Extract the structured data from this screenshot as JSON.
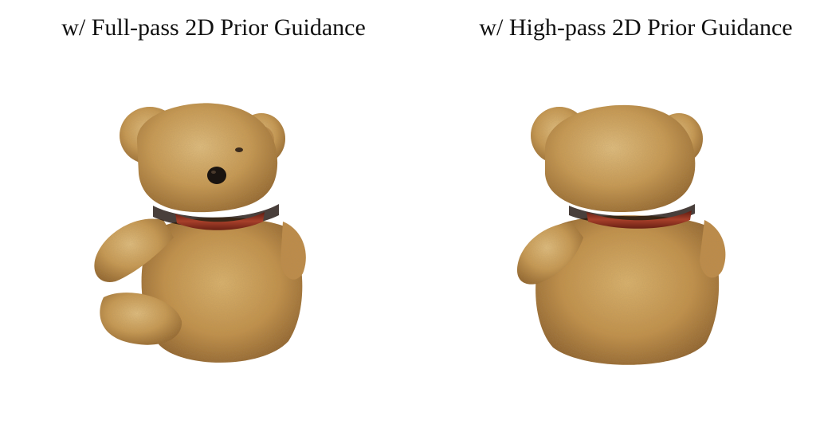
{
  "panels": [
    {
      "caption": "w/ Full-pass 2D Prior Guidance",
      "view": "front-facing teddy bear render with face visible"
    },
    {
      "caption": "w/ High-pass 2D Prior Guidance",
      "view": "back-facing teddy bear render"
    }
  ],
  "colors": {
    "fur": "#c99a52",
    "fur_light": "#ddb874",
    "fur_dark": "#9c6e30",
    "collar": "#8e2a1c",
    "collar_highlight": "#c85a3a",
    "nose": "#1a1410"
  }
}
